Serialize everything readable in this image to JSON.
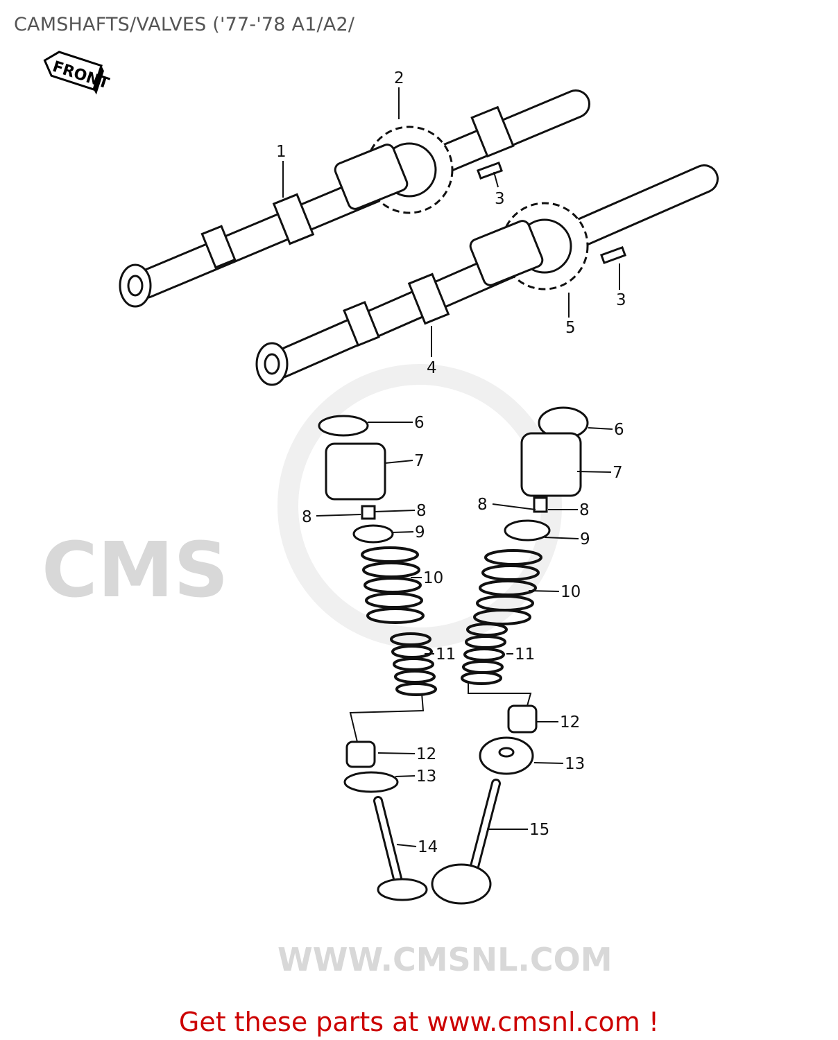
{
  "title": "CAMSHAFTS/VALVES ('77-'78 A1/A2/",
  "front_arrow_label": "FRONT",
  "watermark": {
    "logo": "CMS",
    "url": "WWW.CMSNL.COM"
  },
  "callouts": [
    "1",
    "2",
    "3",
    "3",
    "4",
    "5",
    "6",
    "7",
    "8",
    "8",
    "9",
    "10",
    "11",
    "12",
    "13",
    "14",
    "6",
    "7",
    "8",
    "8",
    "9",
    "10",
    "11",
    "12",
    "13",
    "15"
  ],
  "footer": {
    "text": "Get these parts at www.cmsnl.com !"
  },
  "colors": {
    "title": "#555555",
    "footer": "#cc0000",
    "watermark": "#e6e6e6"
  }
}
